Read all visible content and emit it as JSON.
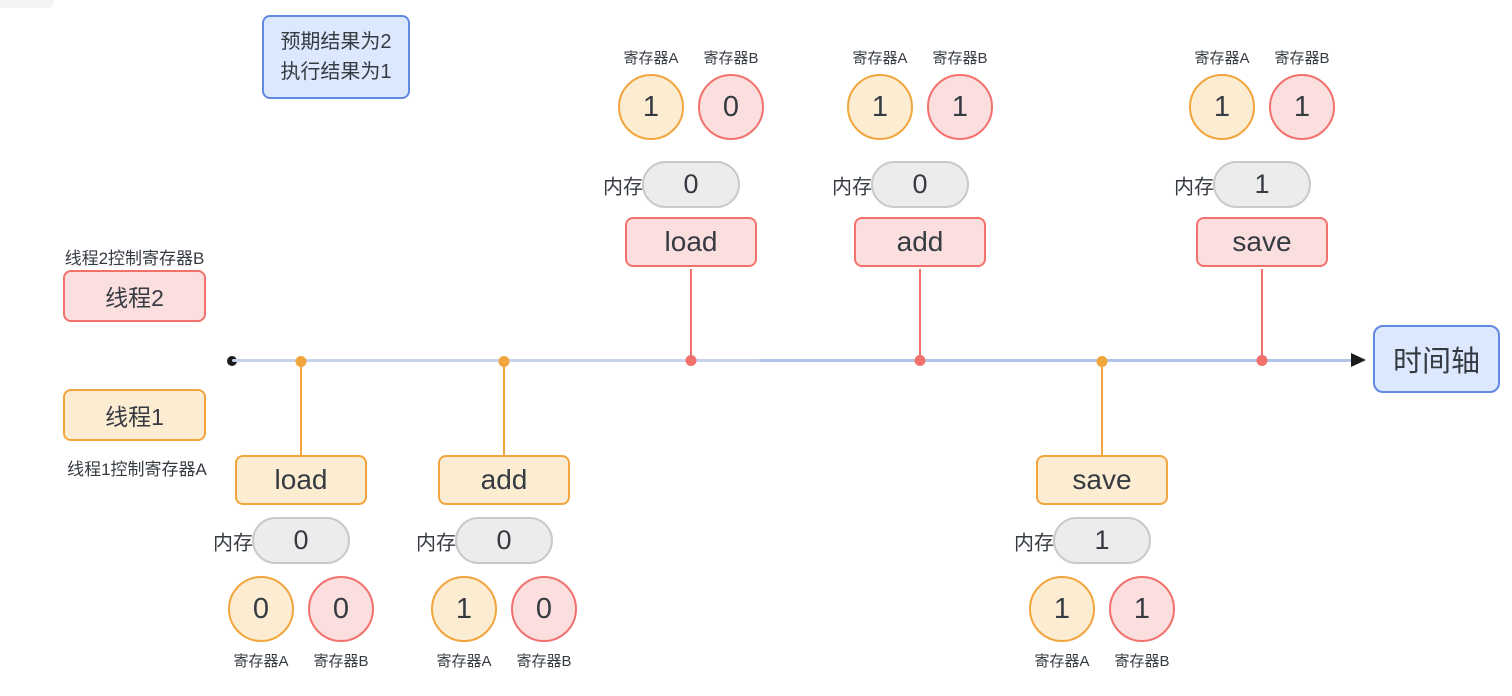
{
  "palette": {
    "orange-border": "#f2a53c",
    "orange-fill": "#fcecd2",
    "red-border": "#f3716c",
    "red-fill": "#fbdede",
    "blue-border": "#6189e4",
    "blue-fill": "#dce8fd",
    "grey-border": "#c9c9c9",
    "grey-fill": "#ececec",
    "timeline-left": "#c6d2ee",
    "timeline-right": "#b2c3ea",
    "text": "#363b42"
  },
  "annotation": {
    "line1": "预期结果为2",
    "line2": "执行结果为1"
  },
  "threads": {
    "t2": {
      "note": "线程2控制寄存器B",
      "label": "线程2"
    },
    "t1": {
      "note": "线程1控制寄存器A",
      "label": "线程1"
    }
  },
  "timeline": {
    "label": "时间轴"
  },
  "labels": {
    "memory": "内存",
    "regA": "寄存器A",
    "regB": "寄存器B"
  },
  "events": [
    {
      "thread": "线程1",
      "op": "load",
      "regA": "0",
      "regB": "0",
      "mem": "0"
    },
    {
      "thread": "线程1",
      "op": "add",
      "regA": "1",
      "regB": "0",
      "mem": "0"
    },
    {
      "thread": "线程2",
      "op": "load",
      "regA": "1",
      "regB": "0",
      "mem": "0"
    },
    {
      "thread": "线程2",
      "op": "add",
      "regA": "1",
      "regB": "1",
      "mem": "0"
    },
    {
      "thread": "线程1",
      "op": "save",
      "regA": "1",
      "regB": "1",
      "mem": "1"
    },
    {
      "thread": "线程2",
      "op": "save",
      "regA": "1",
      "regB": "1",
      "mem": "1"
    }
  ]
}
